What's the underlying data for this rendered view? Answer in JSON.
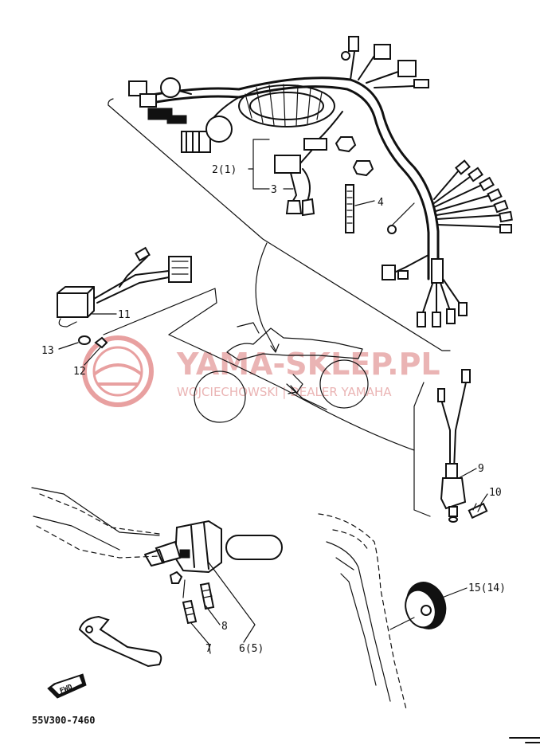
{
  "callouts": {
    "c1": "2(1)",
    "c2": "3",
    "c3": "4",
    "c4": "11",
    "c5": "13",
    "c6": "12",
    "c7": "9",
    "c8": "10",
    "c9": "15(14)",
    "c10": "8",
    "c11": "6(5)",
    "c12": "7"
  },
  "fwd_label": "FWD",
  "drawing_number": "55V300-7460",
  "watermark": {
    "line1": "YAMA-SKLEP.PL",
    "line2": "WOJCIECHOWSKI | DEALER YAMAHA"
  },
  "colors": {
    "ink": "#111111",
    "watermark": "#e8a0a0"
  }
}
